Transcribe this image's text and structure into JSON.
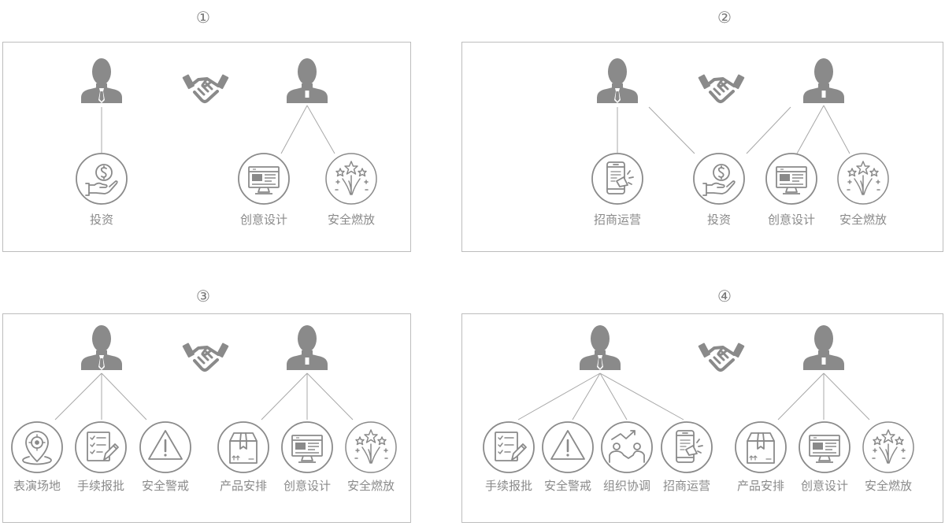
{
  "panels": [
    {
      "number": "①",
      "labels": [
        "投资",
        "创意设计",
        "安全燃放"
      ]
    },
    {
      "number": "②",
      "labels": [
        "招商运营",
        "投资",
        "创意设计",
        "安全燃放"
      ]
    },
    {
      "number": "③",
      "labels": [
        "表演场地",
        "手续报批",
        "安全警戒",
        "产品安排",
        "创意设计",
        "安全燃放"
      ]
    },
    {
      "number": "④",
      "labels": [
        "手续报批",
        "安全警戒",
        "组织协调",
        "招商运营",
        "产品安排",
        "创意设计",
        "安全燃放"
      ]
    }
  ],
  "icon_color": "#8a8a8a",
  "line_color": "#a8a8a8"
}
